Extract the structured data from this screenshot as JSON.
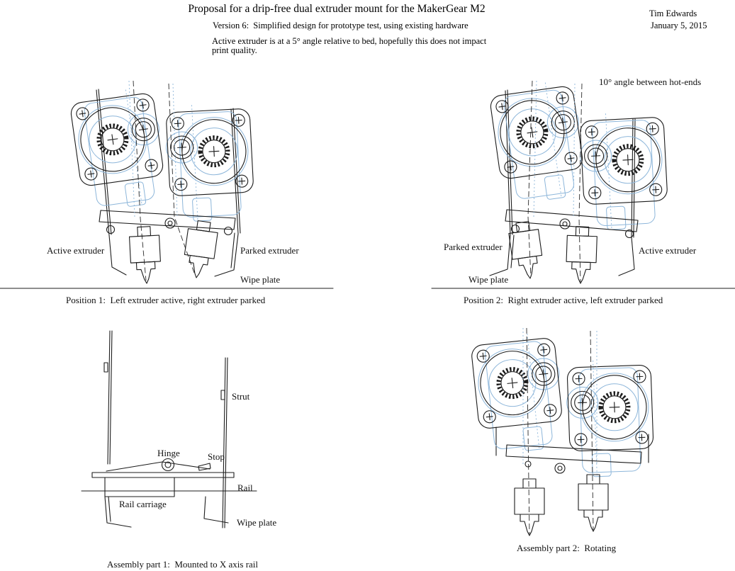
{
  "document": {
    "title": "Proposal for a drip-free dual extruder mount for the MakerGear M2",
    "author": "Tim Edwards",
    "date": "January 5, 2015",
    "version_note": "Version 6:  Simplified design for prototype test, using existing hardware",
    "design_note_line1": "Active extruder is at a 5° angle relative to bed, hopefully this does not impact",
    "design_note_line2": "print quality."
  },
  "position1": {
    "caption": "Position 1:  Left extruder active, right extruder parked",
    "label_active": "Active extruder",
    "label_parked": "Parked extruder",
    "label_wipe": "Wipe plate"
  },
  "position2": {
    "caption": "Position 2:  Right extruder active, left extruder parked",
    "annotation_angle": "10° angle between hot-ends",
    "label_parked": "Parked extruder",
    "label_active": "Active extruder",
    "label_wipe": "Wipe plate"
  },
  "assembly1": {
    "caption": "Assembly part 1:  Mounted to X axis rail",
    "label_strut": "Strut",
    "label_hinge": "Hinge",
    "label_stop": "Stop",
    "label_rail": "Rail",
    "label_rail_carriage": "Rail carriage",
    "label_wipe": "Wipe plate"
  },
  "assembly2": {
    "caption": "Assembly part 2:  Rotating"
  },
  "colors": {
    "line": "#1c1c1c",
    "blue_outline": "#8db6da"
  }
}
